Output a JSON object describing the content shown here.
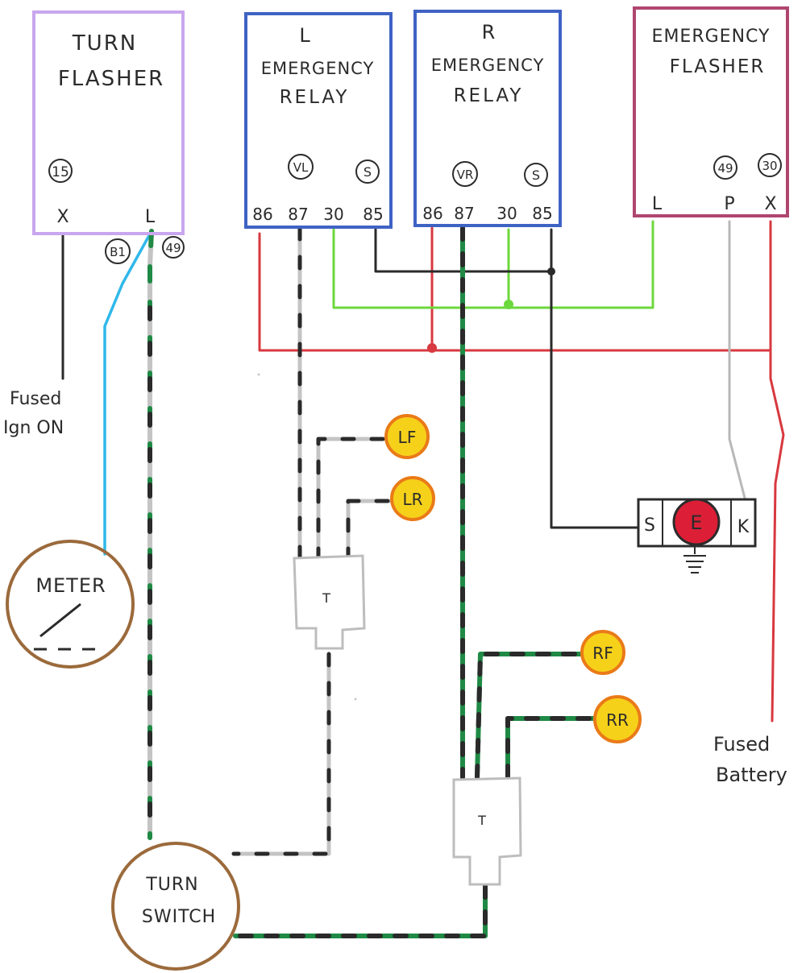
{
  "colors": {
    "turn_flasher_border": "#c9a6ee",
    "relay_border": "#3f63c4",
    "emergency_flasher_border": "#b0466f",
    "wire_red": "#d8383f",
    "wire_green_light": "#6cd83c",
    "wire_black": "#2a2a2a",
    "wire_blue": "#2fb8ea",
    "wire_grey": "#b8b8b8",
    "wire_dark_green": "#1f8a45",
    "lamp_fill": "#f6d11a",
    "lamp_ring": "#ea7a18",
    "brown": "#9b6a3b",
    "switch_red": "#dc1f36"
  },
  "turn_flasher": {
    "title_line1": "TURN",
    "title_line2": "FLASHER",
    "terminal_circle": "15",
    "pin_x": "X",
    "pin_l": "L"
  },
  "left_relay": {
    "side": "L",
    "title_line1": "EMERGENCY",
    "title_line2": "RELAY",
    "terminal_circle_a": "VL",
    "terminal_circle_b": "S",
    "pins": [
      "86",
      "87",
      "30",
      "85"
    ]
  },
  "right_relay": {
    "side": "R",
    "title_line1": "EMERGENCY",
    "title_line2": "RELAY",
    "terminal_circle_a": "VR",
    "terminal_circle_b": "S",
    "pins": [
      "86",
      "87",
      "30",
      "85"
    ]
  },
  "emergency_flasher": {
    "title_line1": "EMERGENCY",
    "title_line2": "FLASHER",
    "terminal_circle_a": "49",
    "terminal_circle_b": "30",
    "pin_l": "L",
    "pin_p": "P",
    "pin_x": "X"
  },
  "wire_labels": {
    "b1": "B1",
    "t49": "49",
    "fused_ign_line1": "Fused",
    "fused_ign_line2": "Ign ON",
    "fused_batt_line1": "Fused",
    "fused_batt_line2": "Battery"
  },
  "meter": {
    "label": "METER"
  },
  "turn_switch": {
    "label_line1": "TURN",
    "label_line2": "SWITCH"
  },
  "lamps": {
    "lf": "LF",
    "lr": "LR",
    "rf": "RF",
    "rr": "RR"
  },
  "t_connectors": {
    "left": "T",
    "right": "T"
  },
  "hazard_switch": {
    "left": "S",
    "center": "E",
    "right": "K"
  }
}
